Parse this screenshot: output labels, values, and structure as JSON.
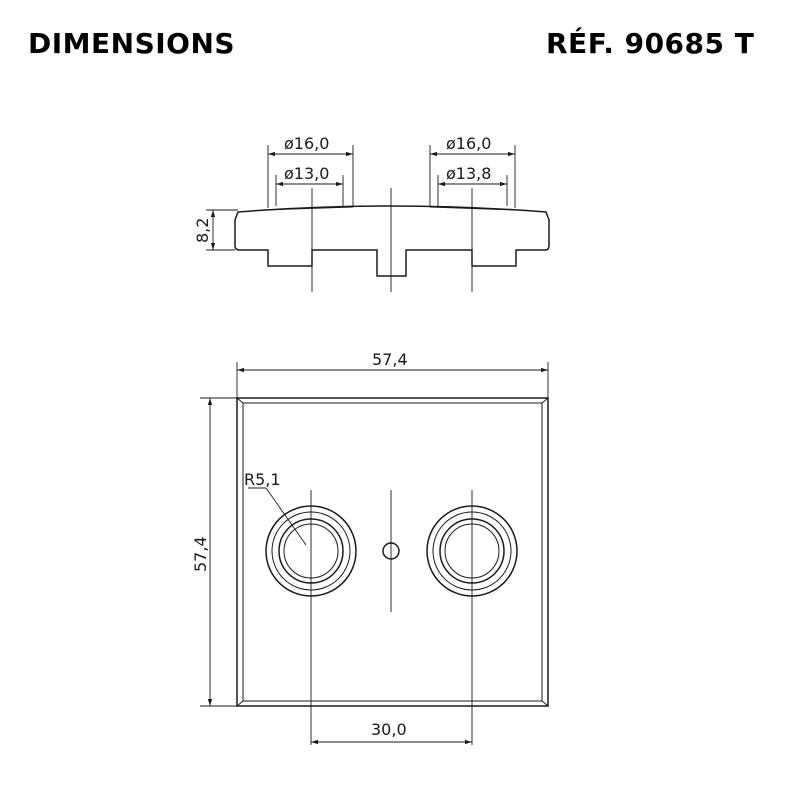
{
  "header": {
    "title": "DIMENSIONS",
    "reference": "RÉF. 90685 T"
  },
  "side_view": {
    "dim_outer_left": "ø16,0",
    "dim_inner_left": "ø13,0",
    "dim_outer_right": "ø16,0",
    "dim_inner_right": "ø13,8",
    "dim_height": "8,2"
  },
  "front_view": {
    "dim_width": "57,4",
    "dim_height": "57,4",
    "dim_radius": "R5,1",
    "dim_spacing": "30,0"
  },
  "colors": {
    "ink": "#1a1a1a",
    "background": "#ffffff"
  }
}
